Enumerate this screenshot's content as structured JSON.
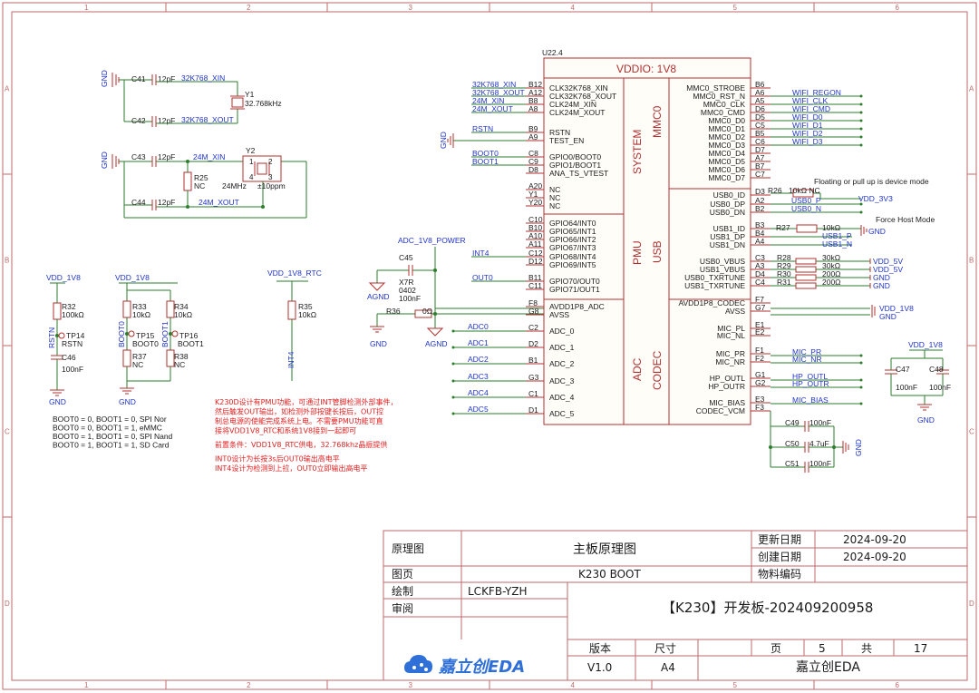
{
  "ruler": {
    "cols": [
      "1",
      "2",
      "3",
      "4",
      "5",
      "6"
    ],
    "rows": [
      "A",
      "B",
      "C",
      "D"
    ]
  },
  "chip": {
    "ref": "U22.4",
    "header": "VDDIO: 1V8",
    "sections": [
      "SYSTEM",
      "MMC0",
      "PMU",
      "USB",
      "ADC",
      "CODEC"
    ],
    "left_pins": [
      {
        "num": "B12",
        "name": "CLK32K768_XIN"
      },
      {
        "num": "A12",
        "name": "CLK32K768_XOUT"
      },
      {
        "num": "B8",
        "name": "CLK24M_XIN"
      },
      {
        "num": "A8",
        "name": "CLK24M_XOUT"
      },
      {
        "num": "B9",
        "name": "RSTN"
      },
      {
        "num": "A9",
        "name": "TEST_EN"
      },
      {
        "num": "C8",
        "name": "GPIO0/BOOT0"
      },
      {
        "num": "C9",
        "name": "GPIO1/BOOT1"
      },
      {
        "num": "D8",
        "name": "ANA_TS_VTEST"
      },
      {
        "num": "A20",
        "name": "NC"
      },
      {
        "num": "Y1",
        "name": "NC"
      },
      {
        "num": "Y20",
        "name": "NC"
      },
      {
        "num": "C10",
        "name": "GPIO64/INT0"
      },
      {
        "num": "B10",
        "name": "GPIO65/INT1"
      },
      {
        "num": "A10",
        "name": "GPIO66/INT2"
      },
      {
        "num": "A11",
        "name": "GPIO67/INT3"
      },
      {
        "num": "C12",
        "name": "GPIO68/INT4"
      },
      {
        "num": "D12",
        "name": "GPIO69/INT5"
      },
      {
        "num": "B11",
        "name": "GPIO70/OUT0"
      },
      {
        "num": "C11",
        "name": "GPIO71/OUT1"
      },
      {
        "num": "F8",
        "name": "AVDD1P8_ADC"
      },
      {
        "num": "G8",
        "name": "AVSS"
      },
      {
        "num": "C2",
        "name": "ADC_0"
      },
      {
        "num": "D2",
        "name": "ADC_1"
      },
      {
        "num": "B1",
        "name": "ADC_2"
      },
      {
        "num": "G3",
        "name": "ADC_3"
      },
      {
        "num": "C1",
        "name": "ADC_4"
      },
      {
        "num": "D1",
        "name": "ADC_5"
      }
    ],
    "right_pins": [
      {
        "num": "B6",
        "name": "MMC0_STROBE"
      },
      {
        "num": "A6",
        "name": "MMC0_RST_N"
      },
      {
        "num": "A5",
        "name": "MMC0_CLK"
      },
      {
        "num": "D6",
        "name": "MMC0_CMD"
      },
      {
        "num": "D5",
        "name": "MMC0_D0"
      },
      {
        "num": "C5",
        "name": "MMC0_D1"
      },
      {
        "num": "B5",
        "name": "MMC0_D2"
      },
      {
        "num": "C6",
        "name": "MMC0_D3"
      },
      {
        "num": "D7",
        "name": "MMC0_D4"
      },
      {
        "num": "A7",
        "name": "MMC0_D5"
      },
      {
        "num": "B7",
        "name": "MMC0_D6"
      },
      {
        "num": "C7",
        "name": "MMC0_D7"
      },
      {
        "num": "D3",
        "name": "USB0_ID"
      },
      {
        "num": "A2",
        "name": "USB0_DP"
      },
      {
        "num": "B2",
        "name": "USB0_DN"
      },
      {
        "num": "B3",
        "name": "USB1_ID"
      },
      {
        "num": "B4",
        "name": "USB1_DP"
      },
      {
        "num": "A4",
        "name": "USB1_DN"
      },
      {
        "num": "C3",
        "name": "USB0_VBUS"
      },
      {
        "num": "A3",
        "name": "USB1_VBUS"
      },
      {
        "num": "D4",
        "name": "USB0_TXRTUNE"
      },
      {
        "num": "C4",
        "name": "USB1_TXRTUNE"
      },
      {
        "num": "F7",
        "name": "AVDD1P8_CODEC"
      },
      {
        "num": "G7",
        "name": "AVSS"
      },
      {
        "num": "E1",
        "name": "MIC_PL"
      },
      {
        "num": "E2",
        "name": "MIC_NL"
      },
      {
        "num": "F1",
        "name": "MIC_PR"
      },
      {
        "num": "F2",
        "name": "MIC_NR"
      },
      {
        "num": "G1",
        "name": "HP_OUTL"
      },
      {
        "num": "G2",
        "name": "HP_OUTR"
      },
      {
        "num": "E3",
        "name": "MIC_BIAS"
      },
      {
        "num": "F3",
        "name": "CODEC_VCM"
      }
    ]
  },
  "nets": {
    "k32_xin": "32K768_XIN",
    "k32_xout": "32K768_XOUT",
    "m24_xin": "24M_XIN",
    "m24_xout": "24M_XOUT",
    "rstn": "RSTN",
    "boot0": "BOOT0",
    "boot1": "BOOT1",
    "int4": "INT4",
    "out0": "OUT0",
    "adc": [
      "ADC0",
      "ADC1",
      "ADC2",
      "ADC3",
      "ADC4",
      "ADC5"
    ],
    "wifi": [
      "WIFI_REGON",
      "WIFI_CLK",
      "WIFI_CMD",
      "WIFI_D0",
      "WIFI_D1",
      "WIFI_D2",
      "WIFI_D3"
    ],
    "usb0_p": "USB0_P",
    "usb0_n": "USB0_N",
    "usb1_p": "USB1_P",
    "usb1_n": "USB1_N",
    "mic_pr": "MIC_PR",
    "mic_nr": "MIC_NR",
    "hp_outl": "HP_OUTL",
    "hp_outr": "HP_OUTR",
    "mic_bias": "MIC_BIAS",
    "tp_rstn": "RSTN",
    "tp_boot0": "BOOT0",
    "tp_boot1": "BOOT1",
    "vert_int4": "INT4"
  },
  "power": {
    "gnd": "GND",
    "agnd": "AGND",
    "vdd_1v8": "VDD_1V8",
    "vdd_1v8_rtc": "VDD_1V8_RTC",
    "adc_1v8": "ADC_1V8_POWER",
    "vdd_3v3": "VDD_3V3",
    "vdd_5v": "VDD_5V"
  },
  "components": {
    "c41": {
      "ref": "C41",
      "val": "12pF"
    },
    "c42": {
      "ref": "C42",
      "val": "12pF"
    },
    "c43": {
      "ref": "C43",
      "val": "12pF"
    },
    "c44": {
      "ref": "C44",
      "val": "12pF"
    },
    "y1": {
      "ref": "Y1",
      "val": "32.768kHz"
    },
    "y2": {
      "ref": "Y2",
      "val": "24MHz",
      "tol": "±10ppm",
      "p1": "1",
      "p2": "2",
      "p3": "3",
      "p4": "4"
    },
    "r25": {
      "ref": "R25",
      "val": "NC"
    },
    "r32": {
      "ref": "R32",
      "val": "100kΩ"
    },
    "r33": {
      "ref": "R33",
      "val": "10kΩ"
    },
    "r34": {
      "ref": "R34",
      "val": "10kΩ"
    },
    "r35": {
      "ref": "R35",
      "val": "10kΩ"
    },
    "r36": {
      "ref": "R36",
      "val": "0Ω"
    },
    "r37": {
      "ref": "R37",
      "val": "NC"
    },
    "r38": {
      "ref": "R38",
      "val": "NC"
    },
    "c45": {
      "ref": "C45",
      "val": "X7R",
      "pkg": "0402",
      "val2": "100nF"
    },
    "c46": {
      "ref": "C46",
      "val": "100nF"
    },
    "tp14": {
      "ref": "TP14"
    },
    "tp15": {
      "ref": "TP15"
    },
    "tp16": {
      "ref": "TP16"
    },
    "r26": {
      "ref": "R26",
      "val": "10kΩ NC"
    },
    "r27": {
      "ref": "R27",
      "val": "10kΩ"
    },
    "r28": {
      "ref": "R28",
      "val": "30kΩ"
    },
    "r29": {
      "ref": "R29",
      "val": "30kΩ"
    },
    "r30": {
      "ref": "R30",
      "val": "200Ω"
    },
    "r31": {
      "ref": "R31",
      "val": "200Ω"
    },
    "c47": {
      "ref": "C47",
      "val": "100nF"
    },
    "c48": {
      "ref": "C48",
      "val": "100nF"
    },
    "c49": {
      "ref": "C49",
      "val": "100nF"
    },
    "c50": {
      "ref": "C50",
      "val": "4.7uF"
    },
    "c51": {
      "ref": "C51",
      "val": "100nF"
    }
  },
  "annotations": {
    "float_note": "Floating or pull up is device mode",
    "force_host": "Force Host Mode",
    "boot_table": [
      "BOOT0 = 0,  BOOT1 = 0,  SPI Nor",
      "BOOT0 = 0,  BOOT1 = 1,  eMMC",
      "BOOT0 = 1,  BOOT1 = 0,  SPI Nand",
      "BOOT0 = 1,  BOOT1 = 1,  SD Card"
    ],
    "pmu_note": [
      "K230D设计有PMU功能，可通过INT管脚检测外部事件，",
      "然后触发OUT输出，如检测外部按键长按后，OUT控",
      "制总电源的使能完成系统上电。不需要PMU功能可直",
      "接将VDD1V8_RTC和系统1V8接到一起即可",
      "",
      "前置条件：VDD1V8_RTC供电，32.768khz晶振提供",
      "",
      "INT0设计为长按3s后OUT0输出高电平",
      "INT4设计为检测到上拉，OUT0立即输出高电平"
    ]
  },
  "title_block": {
    "label_schematic": "原理图",
    "title": "主板原理图",
    "label_update": "更新日期",
    "update_date": "2024-09-20",
    "label_create": "创建日期",
    "create_date": "2024-09-20",
    "label_page": "图页",
    "page_name": "K230 BOOT",
    "label_material": "物料编码",
    "label_drawn": "绘制",
    "drawn_by": "LCKFB-YZH",
    "label_review": "审阅",
    "project": "【K230】开发板-202409200958",
    "label_version": "版本",
    "label_size": "尺寸",
    "version": "V1.0",
    "size": "A4",
    "label_page_no": "页",
    "page_no": "5",
    "label_total": "共",
    "total": "17",
    "company": "嘉立创EDA",
    "logo_text": "嘉立创EDA"
  }
}
